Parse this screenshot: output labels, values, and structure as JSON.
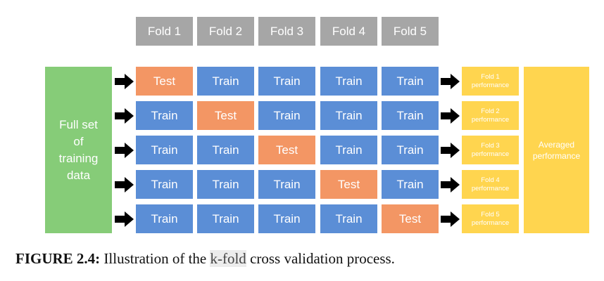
{
  "folds": [
    "Fold 1",
    "Fold 2",
    "Fold 3",
    "Fold 4",
    "Fold 5"
  ],
  "full_set_label": "Full set\nof\ntraining\ndata",
  "rows": [
    [
      "Test",
      "Train",
      "Train",
      "Train",
      "Train"
    ],
    [
      "Train",
      "Test",
      "Train",
      "Train",
      "Train"
    ],
    [
      "Train",
      "Train",
      "Test",
      "Train",
      "Train"
    ],
    [
      "Train",
      "Train",
      "Train",
      "Test",
      "Train"
    ],
    [
      "Train",
      "Train",
      "Train",
      "Train",
      "Test"
    ]
  ],
  "fold_performance": [
    "Fold 1\nperformance",
    "Fold 2\nperformance",
    "Fold 3\nperformance",
    "Fold 4\nperformance",
    "Fold 5\nperformance"
  ],
  "averaged_label": "Averaged\nperformance",
  "caption": {
    "label": "FIGURE 2.4:",
    "text_before": " Illustration of the ",
    "highlight": "k-fold",
    "text_after": " cross validation process."
  },
  "colors": {
    "train": "#5b8ed6",
    "test": "#f39664",
    "header": "#a6a6a6",
    "full_set": "#86cc78",
    "performance": "#ffd54f",
    "arrow": "#000000"
  }
}
